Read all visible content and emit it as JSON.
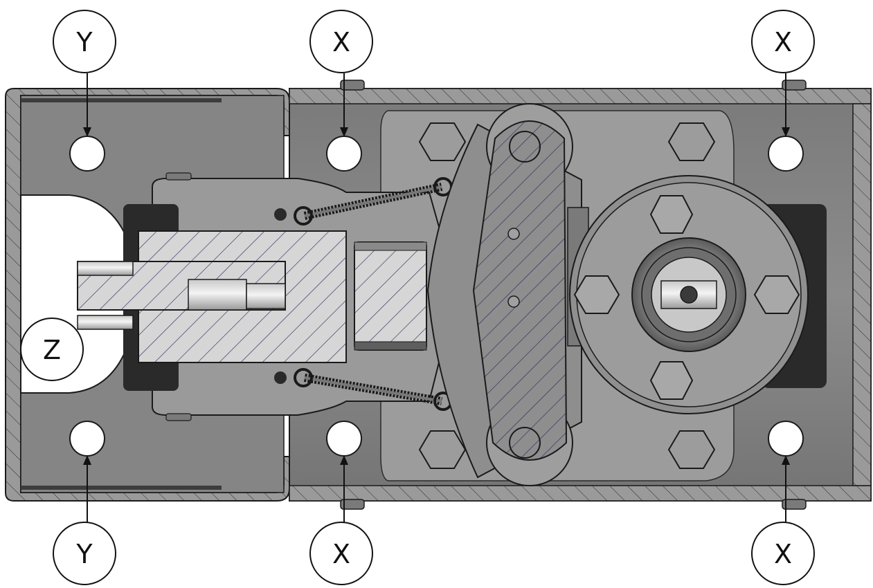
{
  "diagram": {
    "callouts": [
      {
        "id": "y-top",
        "label": "Y"
      },
      {
        "id": "x-top-middle",
        "label": "X"
      },
      {
        "id": "x-top-right",
        "label": "X"
      },
      {
        "id": "z-left",
        "label": "Z"
      },
      {
        "id": "y-bottom",
        "label": "Y"
      },
      {
        "id": "x-bottom-middle",
        "label": "X"
      },
      {
        "id": "x-bottom-right",
        "label": "X"
      }
    ],
    "colors": {
      "metal_dark": "#6e6e6e",
      "metal_mid": "#8a8a8a",
      "metal_light": "#b8b8b8",
      "section_fill": "#d9d9d9",
      "hatch": "#3a3a7a",
      "outline": "#1a1a1a",
      "background": "#ffffff"
    }
  }
}
